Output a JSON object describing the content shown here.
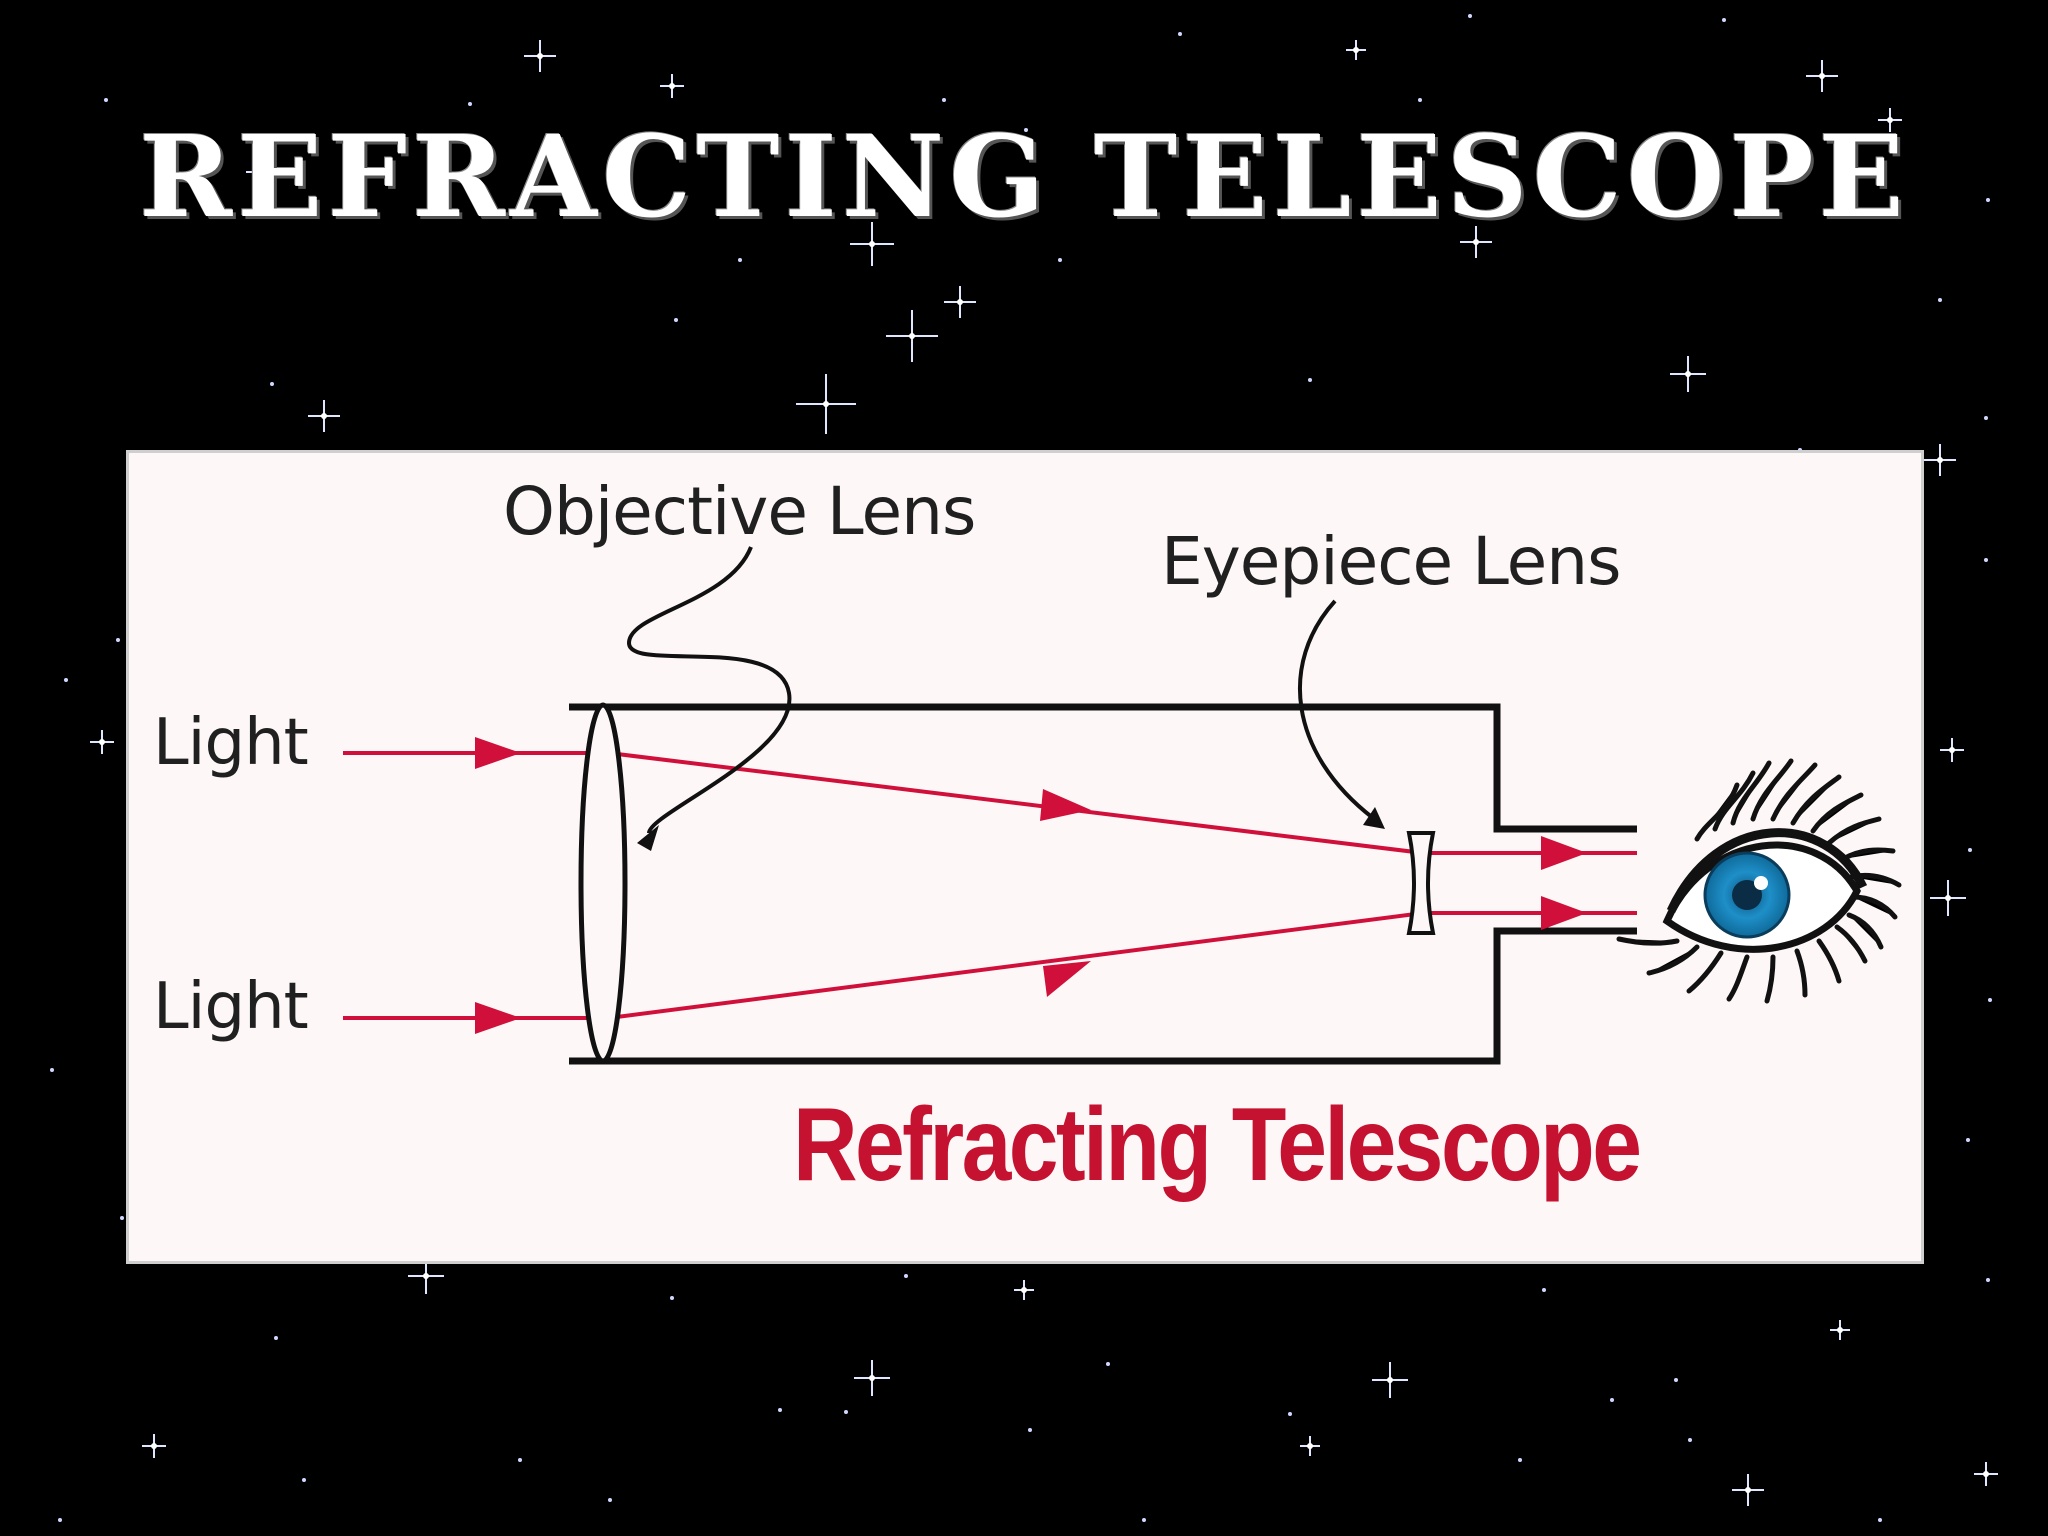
{
  "slide": {
    "title": "Refracting Telescope",
    "background_color": "#000000"
  },
  "diagram": {
    "labels": {
      "objective_lens": "Objective Lens",
      "eyepiece_lens": "Eyepiece Lens",
      "light_top": "Light",
      "light_bottom": "Light"
    },
    "caption": "Refracting Telescope",
    "colors": {
      "panel": "#fdf7f7",
      "ray": "#d0103a",
      "caption": "#c41230",
      "tube": "#111111",
      "iris": "#1e8fc8"
    },
    "parts": [
      "telescope-tube",
      "objective-lens",
      "eyepiece-lens",
      "light-rays",
      "eye"
    ]
  }
}
